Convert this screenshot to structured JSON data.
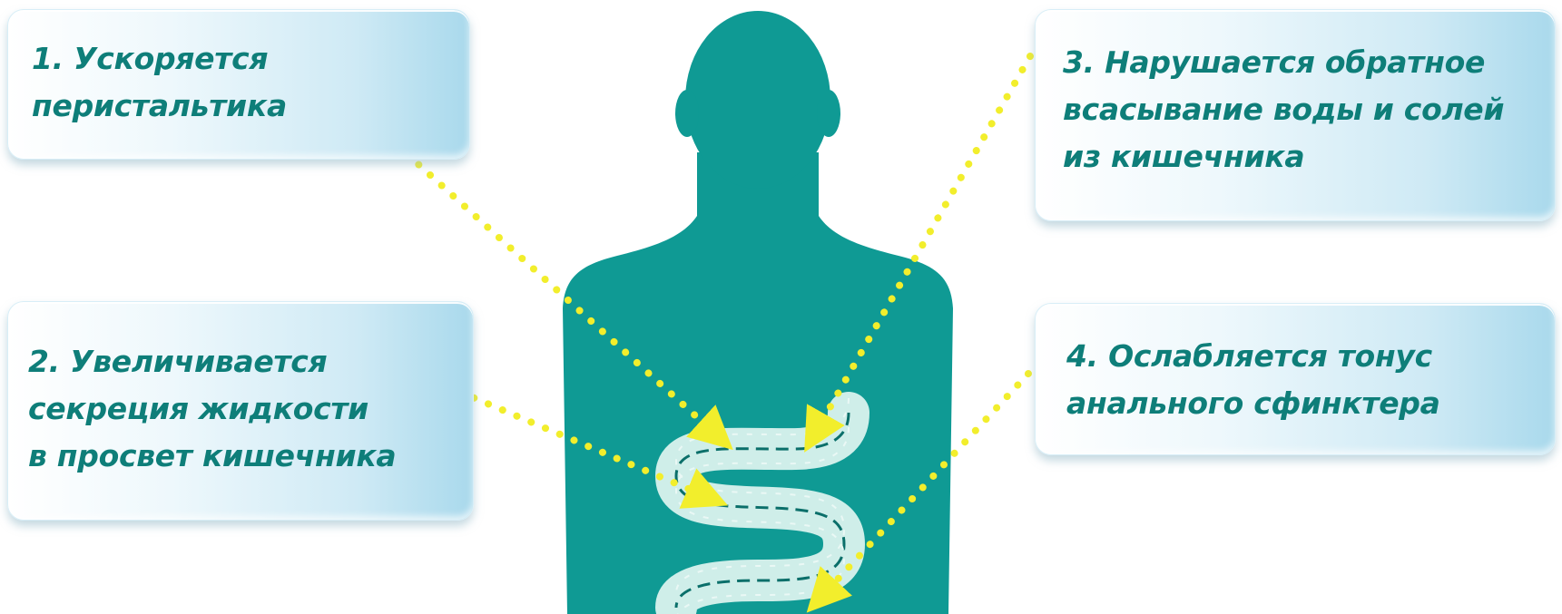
{
  "colors": {
    "silhouette": "#0f9a94",
    "intestine": "#cfeee9",
    "intestine_dash": "#0b6f6a",
    "arrow": "#f2ee2c",
    "text": "#0e7e79"
  },
  "icons": [
    "human-silhouette",
    "intestine-icon",
    "dotted-arrow"
  ],
  "boxes": [
    {
      "number": "1.",
      "lines": [
        "1. Ускоряется",
        "перистальтика"
      ]
    },
    {
      "number": "2.",
      "lines": [
        "2. Увеличивается",
        "секреция жидкости",
        "в просвет кишечника"
      ]
    },
    {
      "number": "3.",
      "lines": [
        "3. Нарушается обратное",
        "всасывание воды и солей",
        "из кишечника"
      ]
    },
    {
      "number": "4.",
      "lines": [
        "4. Ослабляется тонус",
        "анального сфинктера"
      ]
    }
  ]
}
